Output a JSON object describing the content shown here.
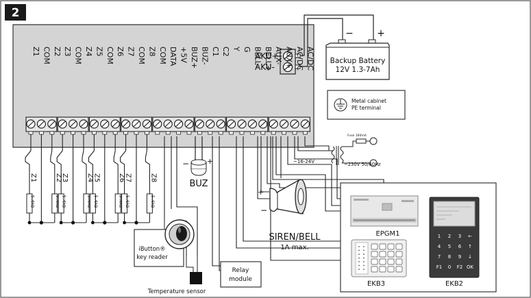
{
  "figure_number": "2",
  "battery": {
    "terminal_pos": "AKU+",
    "terminal_neg": "AKU-",
    "title": "Backup Battery",
    "spec": "12V 1.3-7Ah",
    "minus_sign": "−",
    "plus_sign": "+"
  },
  "pe_box": {
    "line1": "Metal cabinet",
    "line2": "PE terminal"
  },
  "terminals": [
    "Z1",
    "COM",
    "Z2",
    "Z3",
    "COM",
    "Z4",
    "Z5",
    "COM",
    "Z6",
    "Z7",
    "COM",
    "Z8",
    "COM",
    "DATA",
    "+5V",
    "BUZ+",
    "BUZ-",
    "C1",
    "C2",
    "Y",
    "G",
    "BELL-",
    "BELL+",
    "AUX-",
    "AUX+",
    "AC/DC",
    "AC/DC"
  ],
  "zones": [
    "Z1",
    "Z2",
    "Z3",
    "Z4",
    "Z5",
    "Z6",
    "Z7",
    "Z8"
  ],
  "resistor_label": "5.6kΩ",
  "buzzer": {
    "label": "BUZ",
    "minus": "−",
    "plus": "+"
  },
  "transformer": {
    "low_voltage": "~16-24V",
    "mains": "~230V 50/60Hz",
    "fuse": "Fuse 160mA"
  },
  "siren": {
    "title": "SIREN/BELL",
    "rating": "1A max.",
    "plus": "+",
    "minus": "−"
  },
  "ibutton": {
    "line1": "iButton®",
    "line2": "key reader"
  },
  "temperature_sensor": "Temperature sensor",
  "relay": {
    "line1": "Relay",
    "line2": "module"
  },
  "devices": {
    "epgm1": "EPGM1",
    "ekb3": "EKB3",
    "ekb2": "EKB2",
    "ekb2_keys": [
      "1",
      "2",
      "3",
      "←",
      "4",
      "5",
      "6",
      "↑",
      "7",
      "8",
      "9",
      "↓",
      "F1",
      "0",
      "F2",
      "OK"
    ]
  }
}
